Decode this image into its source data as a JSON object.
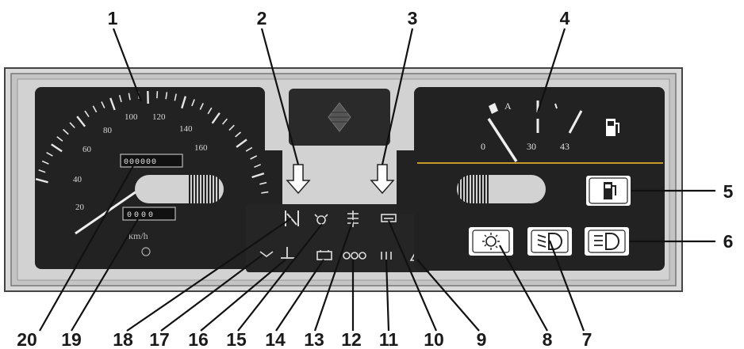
{
  "callouts": [
    "1",
    "2",
    "3",
    "4",
    "5",
    "6",
    "7",
    "8",
    "9",
    "10",
    "11",
    "12",
    "13",
    "14",
    "15",
    "16",
    "17",
    "18",
    "19",
    "20"
  ],
  "speedometer": {
    "scale_labels": [
      "20",
      "40",
      "60",
      "80",
      "100",
      "120",
      "140",
      "160"
    ],
    "odometer_total": "000000",
    "odometer_trip": "0000",
    "unit": "km/h"
  },
  "fuel_gauge": {
    "scale_labels": [
      "0",
      "30",
      "43"
    ],
    "reserve_mark": "A"
  },
  "icons": {
    "fuel_pump": "fuel-pump-icon",
    "side_lights": "side-lights-icon",
    "dipped_beam": "dipped-beam-icon",
    "main_beam": "main-beam-icon",
    "hazard": "hazard-triangle-icon",
    "brake": "brake-warning-icon",
    "oil": "oil-pressure-icon",
    "choke": "choke-icon",
    "heated_rear_window": "heated-rear-window-icon",
    "battery": "battery-charge-icon",
    "coolant": "coolant-temp-icon",
    "seatbelt": "seatbelt-icon",
    "indicator": "indicator-icon",
    "left_arrow": "left-turn-arrow-icon",
    "right_arrow": "right-turn-arrow-icon"
  },
  "colors": {
    "panel": "#222222",
    "frame": "#c8c8c8",
    "amber_line": "#c89a2a",
    "markings": "#e6e6e6"
  }
}
